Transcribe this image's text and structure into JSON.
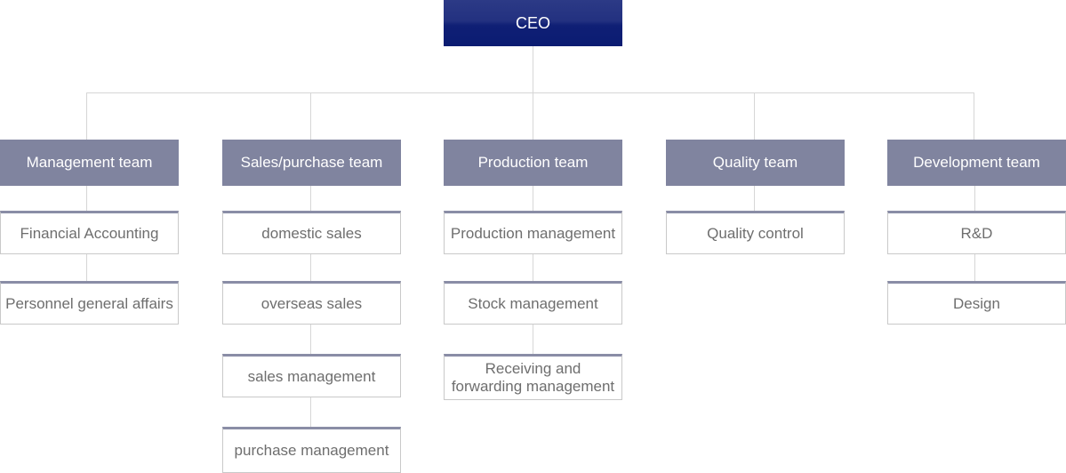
{
  "ceo": "CEO",
  "teams": [
    {
      "name": "Management team",
      "units": [
        "Financial Accounting",
        "Personnel general affairs"
      ]
    },
    {
      "name": "Sales/purchase team",
      "units": [
        "domestic sales",
        "overseas sales",
        "sales management",
        "purchase management"
      ]
    },
    {
      "name": "Production team",
      "units": [
        "Production management",
        "Stock management",
        "Receiving and forwarding management"
      ]
    },
    {
      "name": "Quality team",
      "units": [
        "Quality control"
      ]
    },
    {
      "name": "Development team",
      "units": [
        "R&D",
        "Design"
      ]
    }
  ],
  "colors": {
    "ceo": "#0f1f75",
    "team": "#80849f",
    "unit_border_top": "#8a8da6",
    "connector": "#d6d6d6"
  }
}
